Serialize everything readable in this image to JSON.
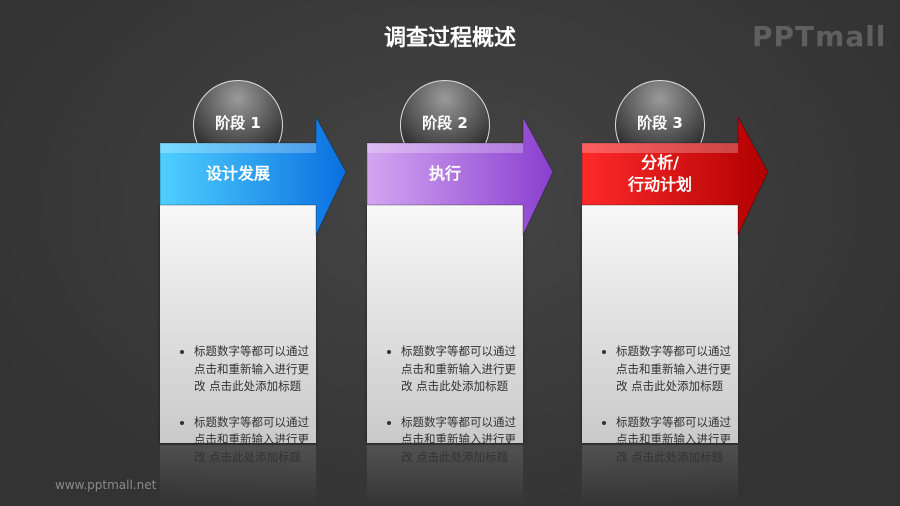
{
  "title": "调查过程概述",
  "logo": "PPTmall",
  "footer_url": "www.pptmall.net",
  "stages": [
    {
      "label": "阶段 1",
      "heading": "设计发展",
      "color_light": "#4fd0ff",
      "color_dark": "#0a6fe0",
      "bullets": [
        "标题数字等都可以通过点击和重新输入进行更改 点击此处添加标题",
        "标题数字等都可以通过点击和重新输入进行更改 点击此处添加标题"
      ]
    },
    {
      "label": "阶段 2",
      "heading": "执行",
      "color_light": "#d3a6f0",
      "color_dark": "#8a3fd0",
      "bullets": [
        "标题数字等都可以通过点击和重新输入进行更改 点击此处添加标题",
        "标题数字等都可以通过点击和重新输入进行更改 点击此处添加标题"
      ]
    },
    {
      "label": "阶段 3",
      "heading": "分析/\n行动计划",
      "color_light": "#ff2a2a",
      "color_dark": "#b00000",
      "bullets": [
        "标题数字等都可以通过点击和重新输入进行更改 点击此处添加标题",
        "标题数字等都可以通过点击和重新输入进行更改 点击此处添加标题"
      ]
    }
  ]
}
